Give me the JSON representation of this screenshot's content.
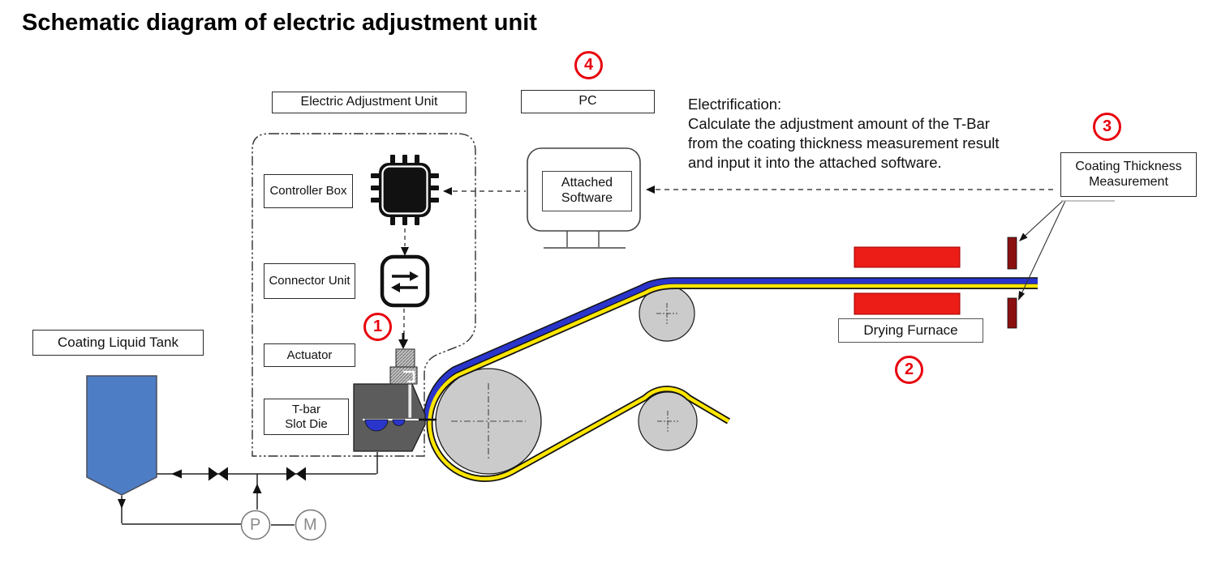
{
  "title": "Schematic diagram of electric adjustment unit",
  "boxes": {
    "electric_adjustment_unit": "Electric Adjustment Unit",
    "pc": "PC",
    "controller_box": "Controller Box",
    "connector_unit": "Connector Unit",
    "actuator": "Actuator",
    "t_bar_slot_die": "T-bar\nSlot Die",
    "coating_liquid_tank": "Coating Liquid Tank",
    "attached_software": "Attached\nSoftware",
    "drying_furnace": "Drying Furnace",
    "coating_thickness_measurement": "Coating Thickness\nMeasurement"
  },
  "note": {
    "electrification": "Electrification:\nCalculate the adjustment amount of the T-Bar\nfrom the coating thickness measurement result\nand input it into the attached software."
  },
  "markers": {
    "m1": "1",
    "m2": "2",
    "m3": "3",
    "m4": "4"
  },
  "equipment": {
    "pump_label": "P",
    "motor_label": "M"
  },
  "icons": {
    "controller": "cpu-chip-icon",
    "connector": "bidirectional-transfer-icon",
    "pc": "monitor-icon",
    "valves": "valve-icon",
    "pump": "pump-circle-icon",
    "motor": "motor-circle-icon"
  },
  "colors": {
    "marker_red": "#e8000d",
    "web_coating_blue": "#2a35cc",
    "web_substrate_yellow": "#ffe600",
    "tank_blue": "#4d7dc5",
    "furnace_red": "#ec1c16",
    "sensor_dark_red": "#8b1010",
    "roller_gray": "#cbcbcb",
    "die_gray": "#5c5c5c"
  }
}
